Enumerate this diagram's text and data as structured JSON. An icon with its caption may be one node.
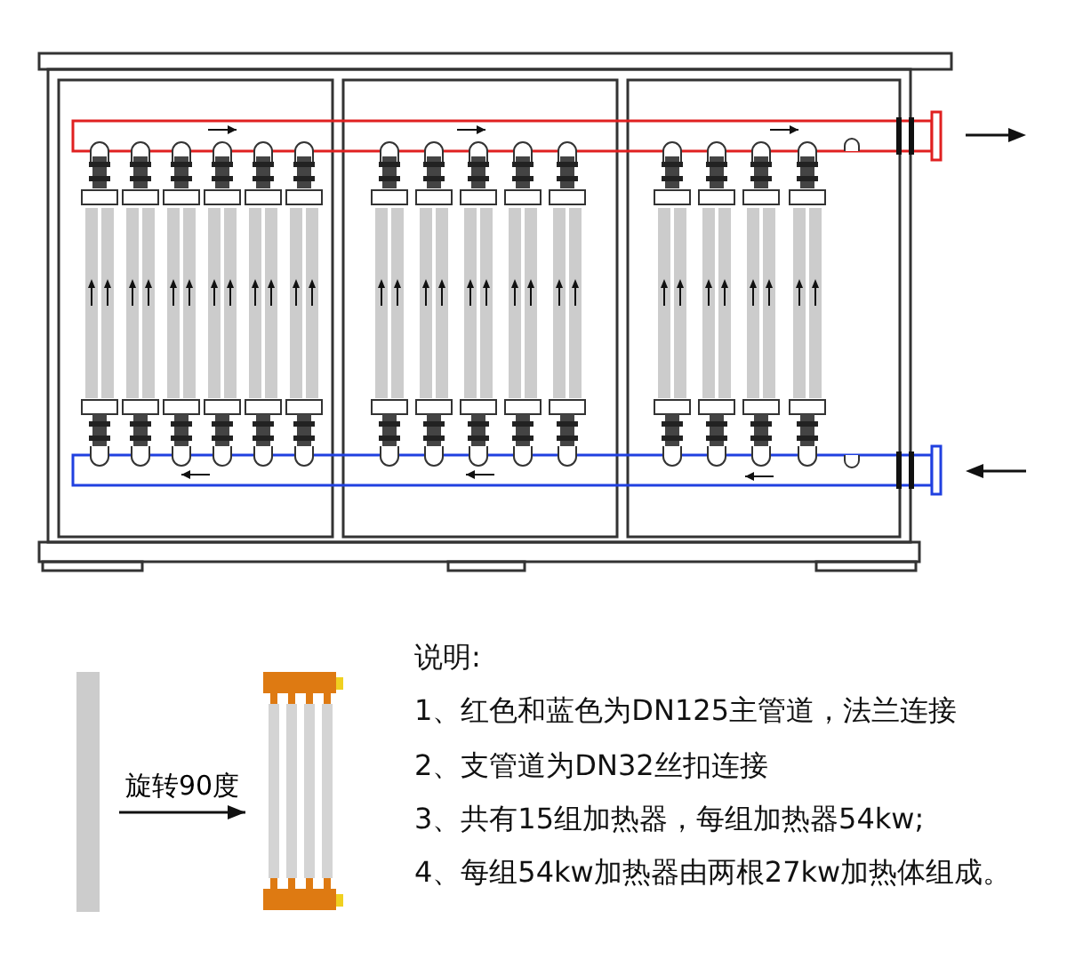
{
  "diagram": {
    "nodes": [
      {
        "text": [],
        "shape": "bar"
      },
      {
        "text": [],
        "shape": "picture"
      }
    ],
    "edges": [
      {
        "from": 0,
        "to": 1,
        "arrow": "to",
        "label": "旋转90度"
      }
    ],
    "labels": [
      "说明:",
      "1、红色和蓝色为DN125主管道，法兰连接",
      "2、支管道为DN32丝扣连接",
      "3、共有15组加热器，每组加热器54kw;",
      "4、每组54kw加热器由两根27kw加热体组成。"
    ]
  }
}
